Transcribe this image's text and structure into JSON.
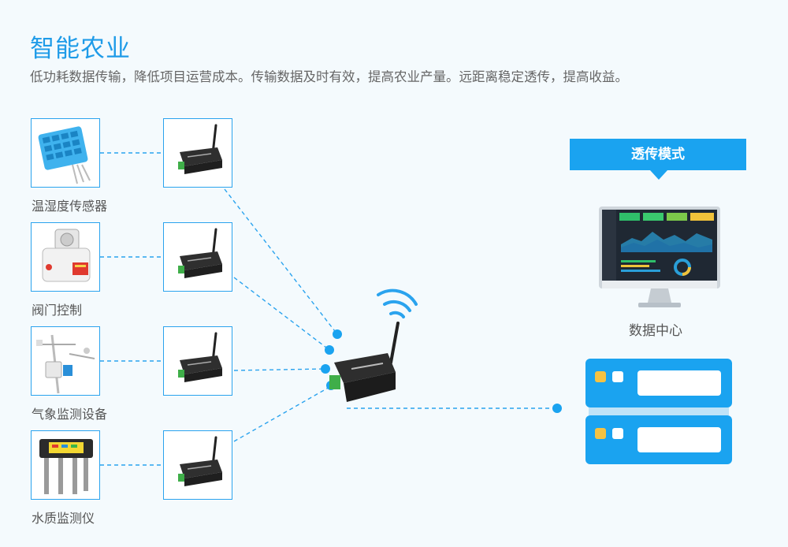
{
  "header": {
    "title": "智能农业",
    "subtitle": "低功耗数据传输，降低项目运营成本。传输数据及时有效，提高农业产量。远距离稳定透传，提高收益。"
  },
  "sensors": [
    {
      "label": "温湿度传感器",
      "icon": "temp-humidity-sensor-icon"
    },
    {
      "label": "阀门控制",
      "icon": "valve-actuator-icon"
    },
    {
      "label": "气象监测设备",
      "icon": "weather-station-icon"
    },
    {
      "label": "水质监测仪",
      "icon": "water-quality-probe-icon"
    }
  ],
  "mode_banner": "透传模式",
  "data_center": {
    "label": "数据中心",
    "icon": "monitor-dashboard-icon"
  },
  "server_icon": "server-stack-icon",
  "colors": {
    "accent": "#1aa3f0",
    "title": "#1e9be8",
    "background": "#f4fafd",
    "dot": "#1aa3f0"
  }
}
